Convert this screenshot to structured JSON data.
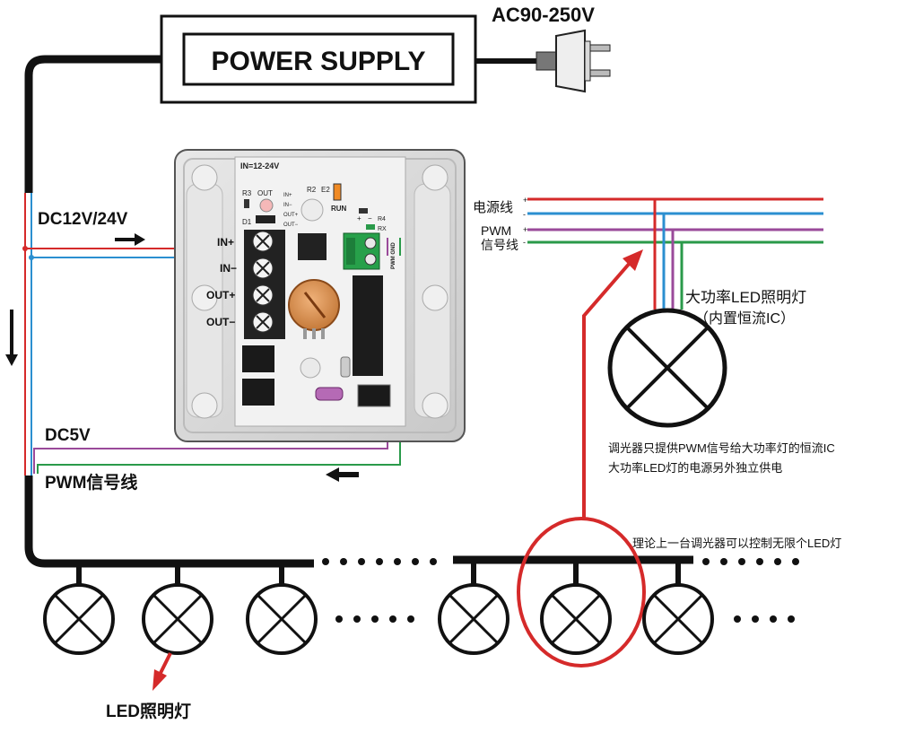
{
  "power": {
    "ac_label": "AC90-250V",
    "title": "POWER SUPPLY"
  },
  "board": {
    "header_in": "IN=12-24V",
    "r3": "R3",
    "out": "OUT",
    "d1": "D1",
    "r2": "R2",
    "e2": "E2",
    "run": "RUN",
    "r4": "R4",
    "rx": "RX",
    "mini_in_plus": "IN+",
    "mini_in_minus": "IN−",
    "mini_out_plus": "OUT+",
    "mini_out_minus": "OUT−",
    "plus": "+",
    "minus": "−",
    "pwm_gnd": "PWM GND",
    "term_in_plus": "IN+",
    "term_in_minus": "IN−",
    "term_out_plus": "OUT+",
    "term_out_minus": "OUT−"
  },
  "left": {
    "dc_label": "DC12V/24V",
    "dc5v": "DC5V",
    "pwm_line": "PWM信号线"
  },
  "right": {
    "power_line": "电源线",
    "pwm": "PWM",
    "signal_line": "信号线",
    "plus1": "+",
    "minus1": "-",
    "plus2": "+",
    "minus2": "-",
    "lamp_title": "大功率LED照明灯",
    "lamp_sub": "（内置恒流IC）",
    "note1": "调光器只提供PWM信号给大功率灯的恒流IC",
    "note2": "大功率LED灯的电源另外独立供电",
    "unlimited": "理论上一台调光器可以控制无限个LED灯"
  },
  "bottom": {
    "led_label": "LED照明灯"
  },
  "colors": {
    "red": "#d52a2a",
    "blue": "#2b8fd0",
    "purple": "#9a4a9a",
    "green": "#2a9a4a"
  }
}
